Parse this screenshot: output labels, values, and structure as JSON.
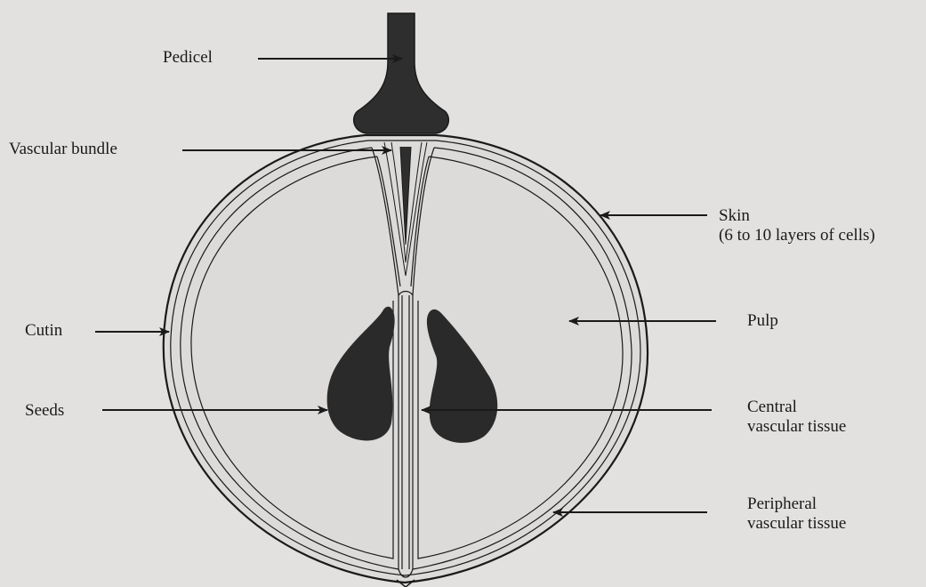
{
  "diagram": {
    "labels": {
      "pedicel": "Pedicel",
      "vascular_bundle": "Vascular bundle",
      "skin_line1": "Skin",
      "skin_line2": "(6 to 10 layers of cells)",
      "pulp": "Pulp",
      "cutin": "Cutin",
      "seeds": "Seeds",
      "central_line1": "Central",
      "central_line2": "vascular tissue",
      "peripheral_line1": "Peripheral",
      "peripheral_line2": "vascular tissue"
    },
    "colors": {
      "background": "#e2e1e0",
      "ink": "#1a1a1a",
      "dark_fill": "#2e2e2e",
      "fruit_fill": "#dcdbda"
    }
  }
}
